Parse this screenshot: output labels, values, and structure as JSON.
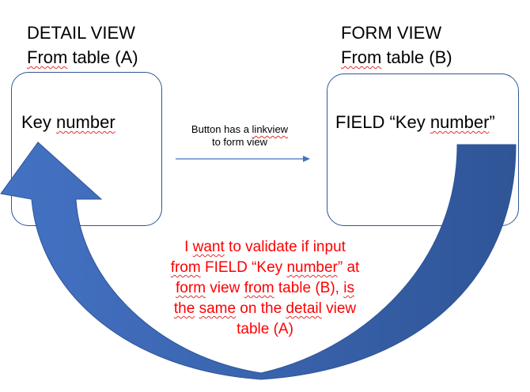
{
  "left_panel": {
    "heading_line1": "DETAIL VIEW",
    "heading_line2_word1": "From",
    "heading_line2_rest": " table (A)",
    "box_label_word1": "Key",
    "box_label_word2": "number"
  },
  "right_panel": {
    "heading_line1": "FORM VIEW",
    "heading_line2_word1": "From",
    "heading_line2_rest": " table (B)",
    "box_label_prefix": "FIELD “Key ",
    "box_label_word": "number",
    "box_label_suffix": "”"
  },
  "link_note": {
    "line1_prefix": "Button has a ",
    "line1_word": "linkview",
    "line2": "to form view"
  },
  "validation_note": {
    "line1_a": "I ",
    "line1_want": "want",
    "line1_b": " to validate if input",
    "line2_from": "from",
    "line2_b": " FIELD “Key ",
    "line2_number": "number",
    "line2_c": "” at",
    "line3_form": "form",
    "line3_b": " view ",
    "line3_from": "from",
    "line3_c": " table (B), ",
    "line3_is": "is",
    "line4_the": "the",
    "line4_same": "same",
    "line4_b": " on the ",
    "line4_detail": "detail",
    "line4_c": " view",
    "line5": "table (A)"
  },
  "colors": {
    "box_border": "#2f5597",
    "curved_arrow_light": "#4472c4",
    "curved_arrow_dark": "#2f5597",
    "link_arrow": "#4472c4",
    "validation_text": "#ff0000",
    "spellcheck_underline": "#e03030"
  },
  "icons": {
    "curved_arrow": "curved-up-arrow",
    "link_arrow": "right-arrow"
  }
}
